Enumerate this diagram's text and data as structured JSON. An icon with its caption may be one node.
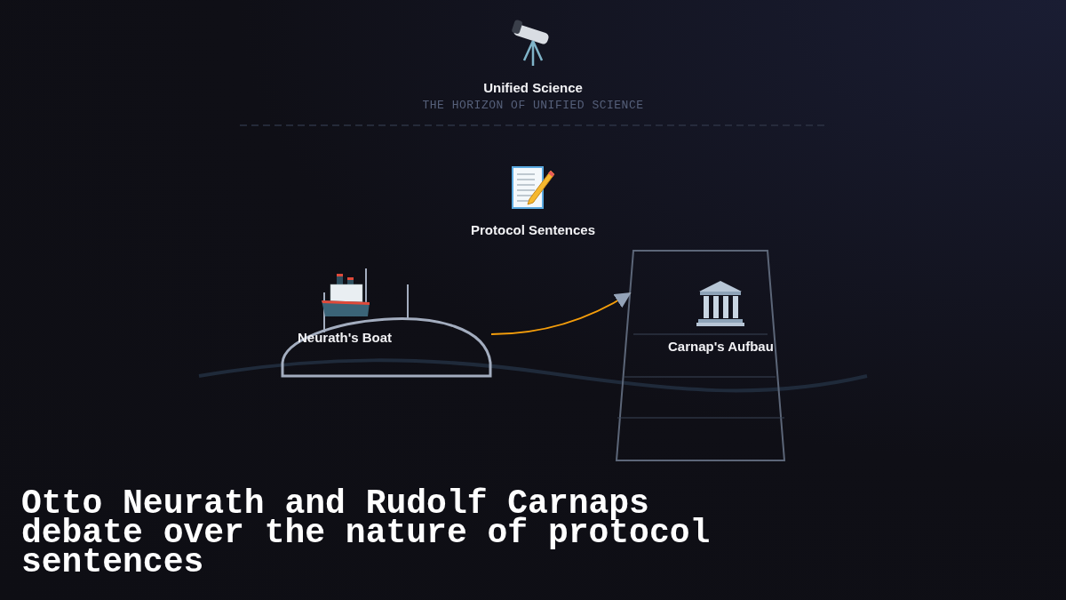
{
  "diagram": {
    "title": "Otto Neurath and Rudolf Carnaps debate over the nature of protocol sentences",
    "nodes": [
      {
        "text": [
          "Unified Science",
          "THE HORIZON OF UNIFIED SCIENCE"
        ]
      },
      {
        "text": [
          "Protocol Sentences"
        ]
      },
      {
        "text": [
          "Neurath's Boat"
        ]
      },
      {
        "text": [
          "Carnap's Aufbau"
        ]
      }
    ],
    "edges": [
      {
        "from": 2,
        "to": 3,
        "arrow": "to",
        "color": "#f59e0b"
      }
    ]
  }
}
